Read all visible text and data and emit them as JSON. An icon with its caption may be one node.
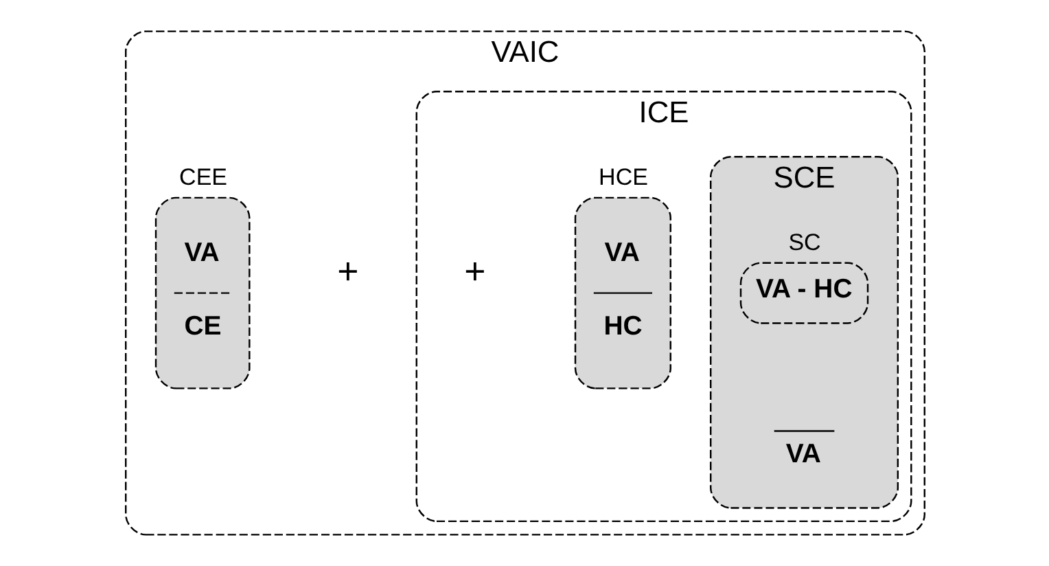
{
  "diagram": {
    "nodes": [
      {
        "text": [
          "VAIC"
        ]
      },
      {
        "text": [
          "ICE"
        ],
        "in": 0
      },
      {
        "text": [
          "HCE",
          "VA",
          "HC"
        ],
        "in": 1
      },
      {
        "text": [
          "SCE",
          "VA"
        ],
        "in": 1
      },
      {
        "text": [
          "SC",
          "VA - HC"
        ],
        "in": 3
      },
      {
        "text": [
          "CEE",
          "VA",
          "CE"
        ],
        "in": 0
      }
    ],
    "edges": [],
    "labels": [
      "+",
      "+"
    ]
  }
}
